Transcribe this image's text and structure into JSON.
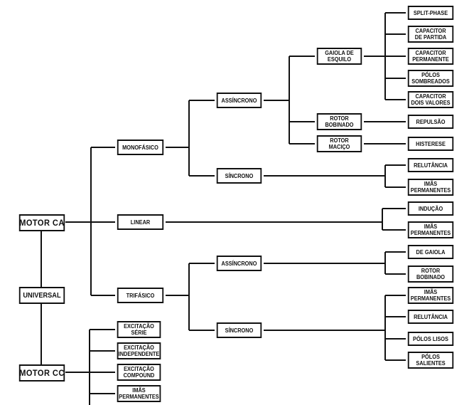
{
  "nodes": {
    "motor_ca": [
      "MOTOR CA"
    ],
    "universal": [
      "UNIVERSAL"
    ],
    "motor_cc": [
      "MOTOR CC"
    ],
    "monofasico": [
      "MONOFÁSICO"
    ],
    "linear": [
      "LINEAR"
    ],
    "trifasico": [
      "TRIFÁSICO"
    ],
    "mono_assincrono": [
      "ASSÍNCRONO"
    ],
    "mono_sincrono": [
      "SÍNCRONO"
    ],
    "gaiola_de_esquilo": [
      "GAIOLA DE",
      "ESQUILO"
    ],
    "rotor_bobinado_mono": [
      "ROTOR",
      "BOBINADO"
    ],
    "rotor_macico": [
      "ROTOR",
      "MACIÇO"
    ],
    "split_phase": [
      "SPLIT-PHASE"
    ],
    "capacitor_de_partida": [
      "CAPACITOR",
      "DE PARTIDA"
    ],
    "capacitor_permanente": [
      "CAPACITOR",
      "PERMANENTE"
    ],
    "polos_sombreados": [
      "PÓLOS",
      "SOMBREADOS"
    ],
    "capacitor_dois_valores": [
      "CAPACITOR",
      "DOIS VALORES"
    ],
    "repulsao": [
      "REPULSÃO"
    ],
    "histerese": [
      "HISTERESE"
    ],
    "mono_relutancia": [
      "RELUTÂNCIA"
    ],
    "mono_imas_permanentes": [
      "IMÃS",
      "PERMANENTES"
    ],
    "linear_inducao": [
      "INDUÇÃO"
    ],
    "linear_imas_permanentes": [
      "IMÃS",
      "PERMANENTES"
    ],
    "tri_assincrono": [
      "ASSÍNCRONO"
    ],
    "tri_sincrono": [
      "SÍNCRONO"
    ],
    "de_gaiola": [
      "DE GAIOLA"
    ],
    "tri_rotor_bobinado": [
      "ROTOR",
      "BOBINADO"
    ],
    "tri_imas_permanentes": [
      "IMÃS",
      "PERMANENTES"
    ],
    "tri_relutancia": [
      "RELUTÂNCIA"
    ],
    "polos_lisos": [
      "PÓLOS LISOS"
    ],
    "polos_salientes": [
      "PÓLOS",
      "SALIENTES"
    ],
    "excitacao_serie": [
      "EXCITAÇÃO",
      "SÉRIE"
    ],
    "excitacao_independente": [
      "EXCITAÇÃO",
      "INDEPENDENTE"
    ],
    "excitacao_compound": [
      "EXCITAÇÃO",
      "COMPOUND"
    ],
    "cc_imas_permanentes": [
      "IMÃS",
      "PERMANENTES"
    ]
  }
}
